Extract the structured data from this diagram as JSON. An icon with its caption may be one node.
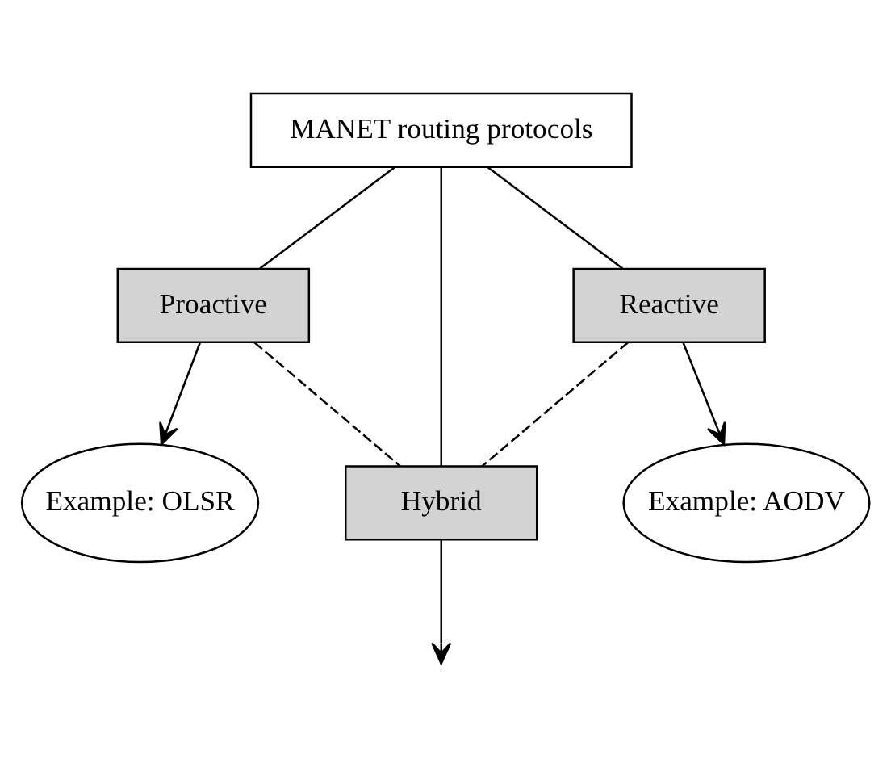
{
  "diagram": {
    "nodes": [
      {
        "text": [
          "MANET routing protocols"
        ]
      },
      {
        "text": [
          "Proactive"
        ]
      },
      {
        "text": [
          "Reactive"
        ]
      },
      {
        "text": [
          "Hybrid"
        ]
      },
      {
        "text": [
          "Example: OLSR"
        ]
      },
      {
        "text": [
          "Example: AODV"
        ]
      }
    ],
    "edges": [
      {
        "from": 0,
        "to": 1,
        "arrow": "none"
      },
      {
        "from": 0,
        "to": 3,
        "arrow": "none"
      },
      {
        "from": 0,
        "to": 2,
        "arrow": "none"
      },
      {
        "from": 1,
        "to": 3,
        "arrow": "none",
        "style": "dashed"
      },
      {
        "from": 2,
        "to": 3,
        "arrow": "none",
        "style": "dashed"
      },
      {
        "from": 1,
        "to": 4,
        "arrow": "to"
      },
      {
        "from": 2,
        "to": 5,
        "arrow": "to"
      },
      {
        "from": 3,
        "to": null,
        "arrow": "to"
      }
    ]
  }
}
